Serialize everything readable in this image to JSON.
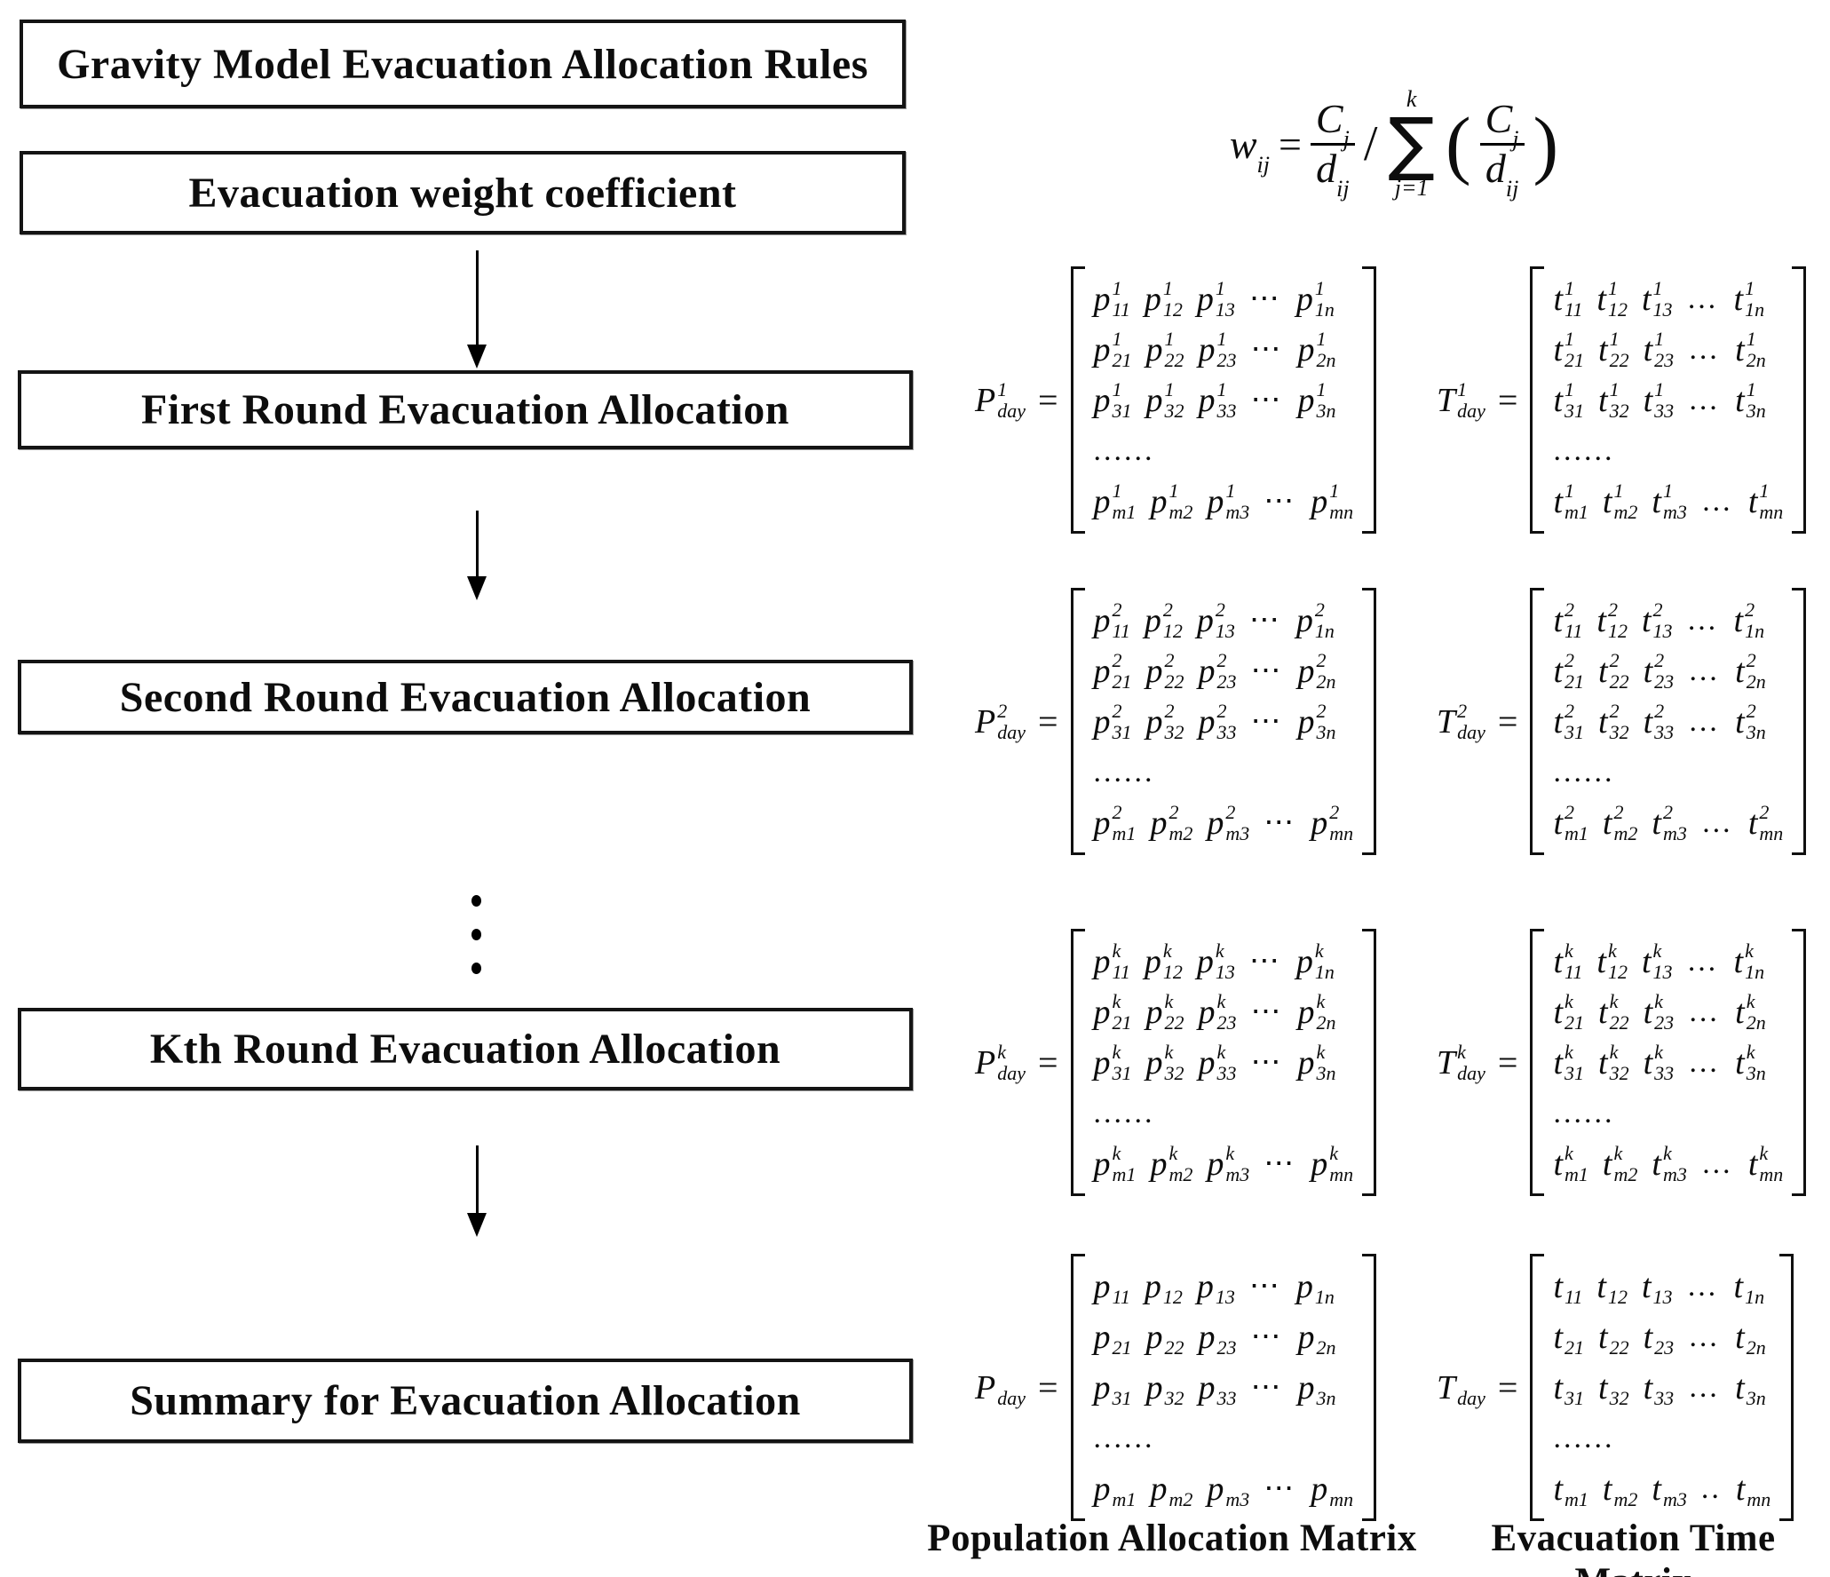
{
  "flowchart": {
    "boxes": [
      {
        "label": "Gravity Model Evacuation Allocation Rules"
      },
      {
        "label": "Evacuation weight coefficient"
      },
      {
        "label": "First Round Evacuation Allocation"
      },
      {
        "label": "Second Round Evacuation Allocation"
      },
      {
        "label": "Kth Round Evacuation Allocation"
      },
      {
        "label": "Summary for Evacuation Allocation"
      }
    ]
  },
  "formula": {
    "lhs_base": "w",
    "lhs_sub": "ij",
    "eq": "=",
    "num1_base": "C",
    "num1_sub": "j",
    "den1_base": "d",
    "den1_sub": "ij",
    "slash": "/",
    "sum_top": "k",
    "sum_symbol": "∑",
    "sum_bottom": "j=1",
    "paren_open": "(",
    "num2_base": "C",
    "num2_sub": "j",
    "den2_base": "d",
    "den2_sub": "ij",
    "paren_close": ")"
  },
  "matrices": [
    {
      "label": "P",
      "label_sup": "1",
      "label_sub": "day",
      "eq": "=",
      "base": "p",
      "sup": "1",
      "rows": [
        [
          "11",
          "12",
          "13",
          "⋯",
          "1n"
        ],
        [
          "21",
          "22",
          "23",
          "⋯",
          "2n"
        ],
        [
          "31",
          "32",
          "33",
          "⋯",
          "3n"
        ],
        [
          "......"
        ],
        [
          "m1",
          "m2",
          "m3",
          "⋯",
          "mn"
        ]
      ]
    },
    {
      "label": "T",
      "label_sup": "1",
      "label_sub": "day",
      "eq": "=",
      "base": "t",
      "sup": "1",
      "rows": [
        [
          "11",
          "12",
          "13",
          "…",
          "1n"
        ],
        [
          "21",
          "22",
          "23",
          "…",
          "2n"
        ],
        [
          "31",
          "32",
          "33",
          "…",
          "3n"
        ],
        [
          "......"
        ],
        [
          "m1",
          "m2",
          "m3",
          "…",
          "mn"
        ]
      ]
    },
    {
      "label": "P",
      "label_sup": "2",
      "label_sub": "day",
      "eq": "=",
      "base": "p",
      "sup": "2",
      "rows": [
        [
          "11",
          "12",
          "13",
          "⋯",
          "1n"
        ],
        [
          "21",
          "22",
          "23",
          "⋯",
          "2n"
        ],
        [
          "31",
          "32",
          "33",
          "⋯",
          "3n"
        ],
        [
          "......"
        ],
        [
          "m1",
          "m2",
          "m3",
          "⋯",
          "mn"
        ]
      ]
    },
    {
      "label": "T",
      "label_sup": "2",
      "label_sub": "day",
      "eq": "=",
      "base": "t",
      "sup": "2",
      "rows": [
        [
          "11",
          "12",
          "13",
          "…",
          "1n"
        ],
        [
          "21",
          "22",
          "23",
          "…",
          "2n"
        ],
        [
          "31",
          "32",
          "33",
          "…",
          "3n"
        ],
        [
          "......"
        ],
        [
          "m1",
          "m2",
          "m3",
          "…",
          "mn"
        ]
      ]
    },
    {
      "label": "P",
      "label_sup": "k",
      "label_sub": "day",
      "eq": "=",
      "base": "p",
      "sup": "k",
      "rows": [
        [
          "11",
          "12",
          "13",
          "⋯",
          "1n"
        ],
        [
          "21",
          "22",
          "23",
          "⋯",
          "2n"
        ],
        [
          "31",
          "32",
          "33",
          "⋯",
          "3n"
        ],
        [
          "......"
        ],
        [
          "m1",
          "m2",
          "m3",
          "⋯",
          "mn"
        ]
      ]
    },
    {
      "label": "T",
      "label_sup": "k",
      "label_sub": "day",
      "eq": "=",
      "base": "t",
      "sup": "k",
      "rows": [
        [
          "11",
          "12",
          "13",
          "…",
          "1n"
        ],
        [
          "21",
          "22",
          "23",
          "…",
          "2n"
        ],
        [
          "31",
          "32",
          "33",
          "…",
          "3n"
        ],
        [
          "......"
        ],
        [
          "m1",
          "m2",
          "m3",
          "…",
          "mn"
        ]
      ]
    },
    {
      "label": "P",
      "label_sup": "",
      "label_sub": "day",
      "eq": "=",
      "base": "p",
      "sup": "",
      "rows": [
        [
          "11",
          "12",
          "13",
          "⋯",
          "1n"
        ],
        [
          "21",
          "22",
          "23",
          "⋯",
          "2n"
        ],
        [
          "31",
          "32",
          "33",
          "⋯",
          "3n"
        ],
        [
          "......"
        ],
        [
          "m1",
          "m2",
          "m3",
          "⋯",
          "mn"
        ]
      ]
    },
    {
      "label": "T",
      "label_sup": "",
      "label_sub": "day",
      "eq": "=",
      "base": "t",
      "sup": "",
      "rows": [
        [
          "11",
          "12",
          "13",
          "…",
          "1n"
        ],
        [
          "21",
          "22",
          "23",
          "…",
          "2n"
        ],
        [
          "31",
          "32",
          "33",
          "…",
          "3n"
        ],
        [
          "......"
        ],
        [
          "m1",
          "m2",
          "m3",
          "..",
          "mn"
        ]
      ]
    }
  ],
  "footer": {
    "population_label": "Population Allocation Matrix",
    "time_label": "Evacuation Time Matrix"
  }
}
